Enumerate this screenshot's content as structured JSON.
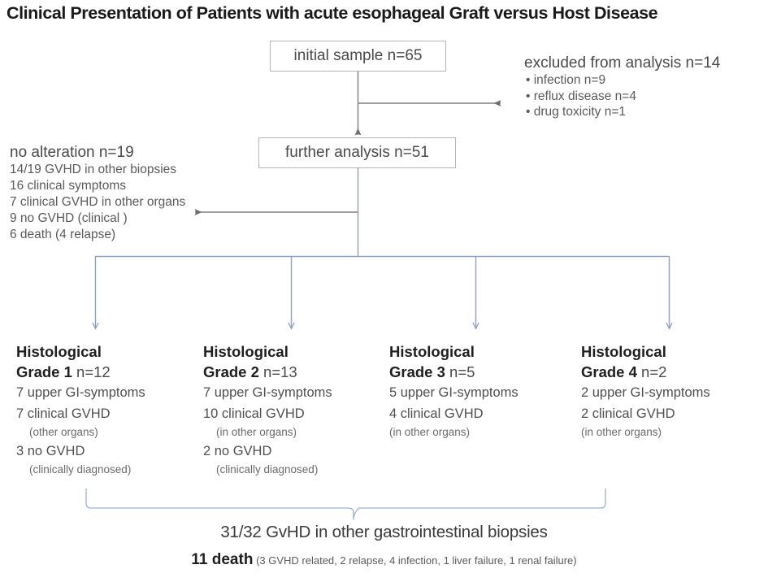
{
  "title": "Clinical Presentation of Patients with acute esophageal Graft versus Host Disease",
  "nodes": {
    "initial": "initial sample n=65",
    "further": "further analysis n=51"
  },
  "excluded": {
    "heading": "excluded from analysis n=14",
    "items": [
      "• infection n=9",
      "• reflux disease n=4",
      "• drug toxicity n=1"
    ]
  },
  "no_alteration": {
    "heading": "no alteration n=19",
    "items": [
      "14/19 GVHD in other biopsies",
      "16 clinical symptoms",
      "7 clinical GVHD in other organs",
      "9 no GVHD (clinical )",
      "6 death (4 relapse)"
    ]
  },
  "grades": [
    {
      "title_line1": "Histological",
      "title_line2": "Grade 1",
      "n": "n=12",
      "lines": [
        {
          "text": "7 upper GI-symptoms",
          "style": "main"
        },
        {
          "text": "7 clinical GVHD",
          "style": "main"
        },
        {
          "text": "(other organs)",
          "style": "sub-indent"
        },
        {
          "text": "3 no GVHD",
          "style": "main"
        },
        {
          "text": "(clinically diagnosed)",
          "style": "sub-indent"
        }
      ]
    },
    {
      "title_line1": "Histological",
      "title_line2": "Grade 2",
      "n": "n=13",
      "lines": [
        {
          "text": "7 upper GI-symptoms",
          "style": "main"
        },
        {
          "text": "10 clinical GVHD",
          "style": "main"
        },
        {
          "text": "(in other organs)",
          "style": "sub-indent"
        },
        {
          "text": "2 no GVHD",
          "style": "main"
        },
        {
          "text": "(clinically diagnosed)",
          "style": "sub-indent"
        }
      ]
    },
    {
      "title_line1": "Histological",
      "title_line2": "Grade 3",
      "n": "n=5",
      "lines": [
        {
          "text": "5 upper GI-symptoms",
          "style": "main"
        },
        {
          "text": "4 clinical GVHD",
          "style": "main"
        },
        {
          "text": "(in other organs)",
          "style": "sub"
        }
      ]
    },
    {
      "title_line1": "Histological",
      "title_line2": "Grade 4",
      "n": "n=2",
      "lines": [
        {
          "text": "2 upper GI-symptoms",
          "style": "main"
        },
        {
          "text": "2 clinical GVHD",
          "style": "main"
        },
        {
          "text": "(in other organs)",
          "style": "sub"
        }
      ]
    }
  ],
  "summary": {
    "line1": "31/32 GvHD in other gastrointestinal biopsies",
    "line2_lead": "11 death",
    "line2_rest": "(3 GVHD related, 2 relapse, 4 infection, 1 liver failure, 1 renal failure)"
  },
  "colors": {
    "connector_blue": "#8ea2c0",
    "connector_gray": "#7d7d7d",
    "box_border": "#b4b4b4",
    "text_dark": "#1f1f1f",
    "text_body": "#4a4a4a",
    "background": "#ffffff"
  }
}
